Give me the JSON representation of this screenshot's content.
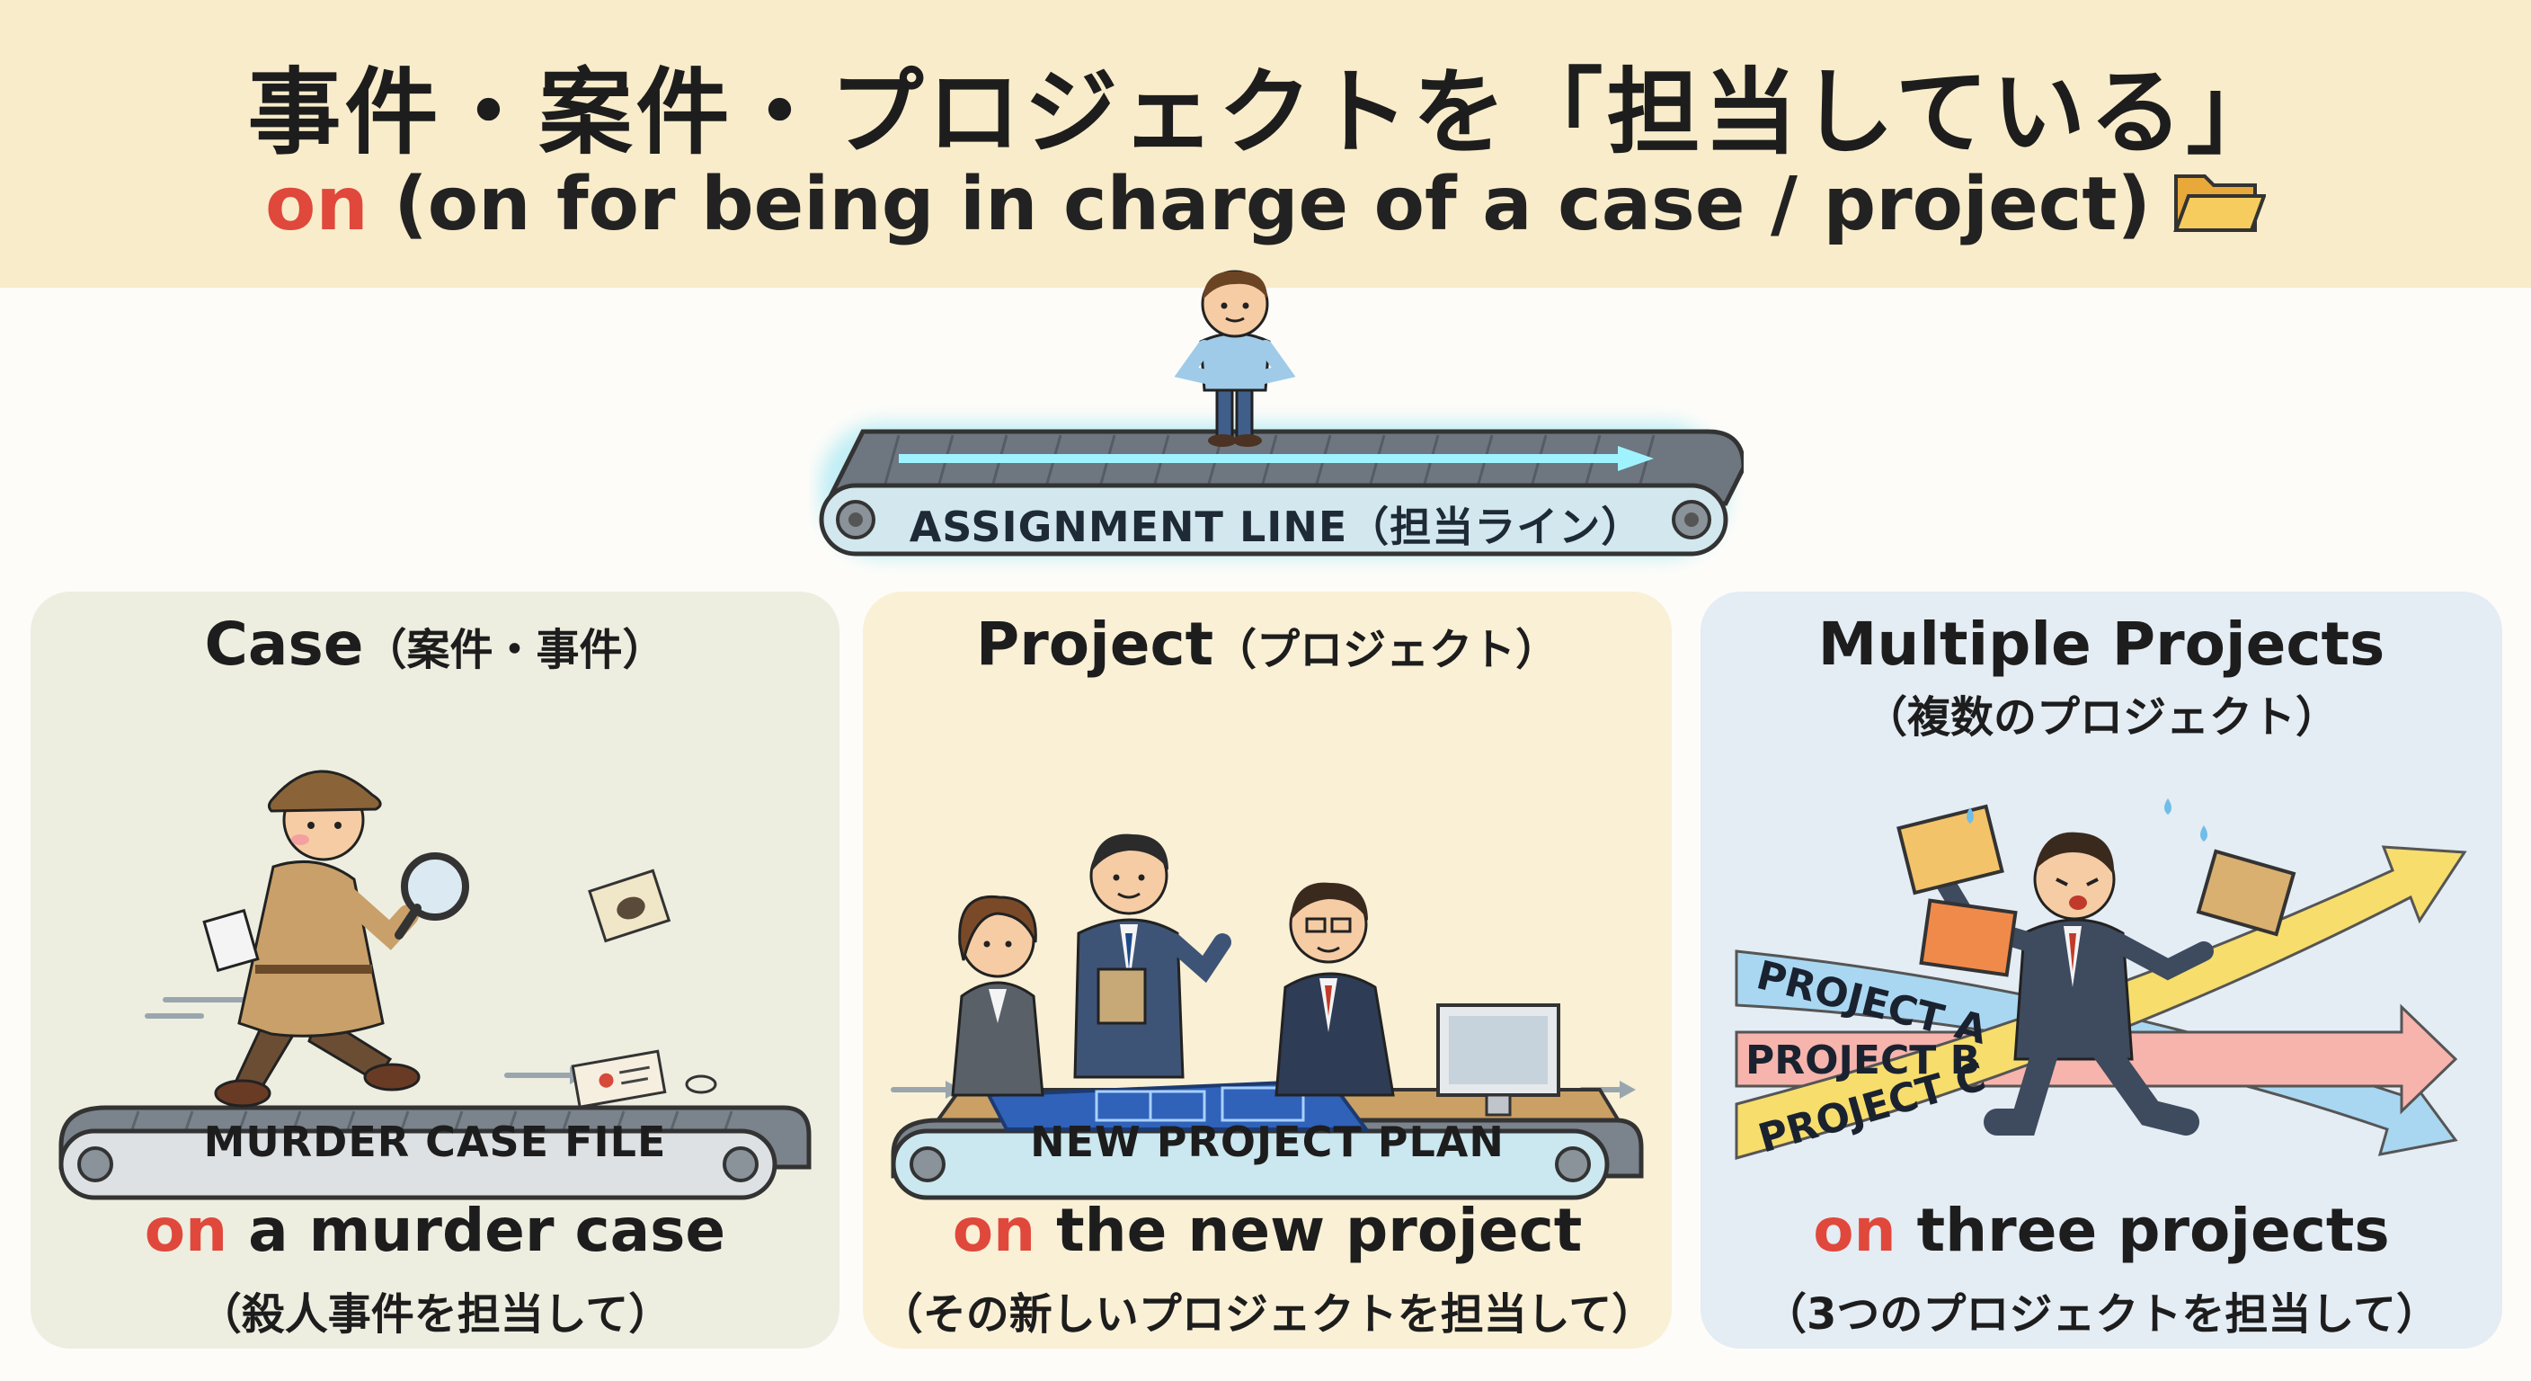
{
  "header": {
    "title": "事件・案件・プロジェクトを「担当している」",
    "subtitle_on": "on",
    "subtitle_rest": " (on for being in charge of a case  / project)",
    "folder_icon": "open-folder-icon"
  },
  "assignment_line": {
    "label": "ASSIGNMENT LINE（担当ライン）"
  },
  "panels": [
    {
      "title_en": "Case",
      "title_jp": "（案件・事件）",
      "belt_label": "MURDER CASE FILE",
      "phrase_on": "on",
      "phrase_rest": " a murder case",
      "jp": "（殺人事件を担当して）"
    },
    {
      "title_en": "Project",
      "title_jp": "（プロジェクト）",
      "belt_label": "NEW PROJECT PLAN",
      "phrase_on": "on",
      "phrase_rest": " the new project",
      "jp": "（その新しいプロジェクトを担当して）"
    },
    {
      "title_en": "Multiple Projects",
      "title_jp": "（複数のプロジェクト）",
      "projects": [
        "PROJECT A",
        "PROJECT B",
        "PROJECT C"
      ],
      "phrase_on": "on",
      "phrase_rest": " three projects",
      "jp": "（3つのプロジェクトを担当して）"
    }
  ],
  "colors": {
    "header_bg": "#f8ecca",
    "on_red": "#e0483c",
    "case_bg": "#edeee0",
    "project_bg": "#f9f0d6",
    "multi_bg": "#e4ecf4",
    "project_a": "#a9d7f1",
    "project_b": "#f6b4ad",
    "project_c": "#f7dd6c"
  }
}
